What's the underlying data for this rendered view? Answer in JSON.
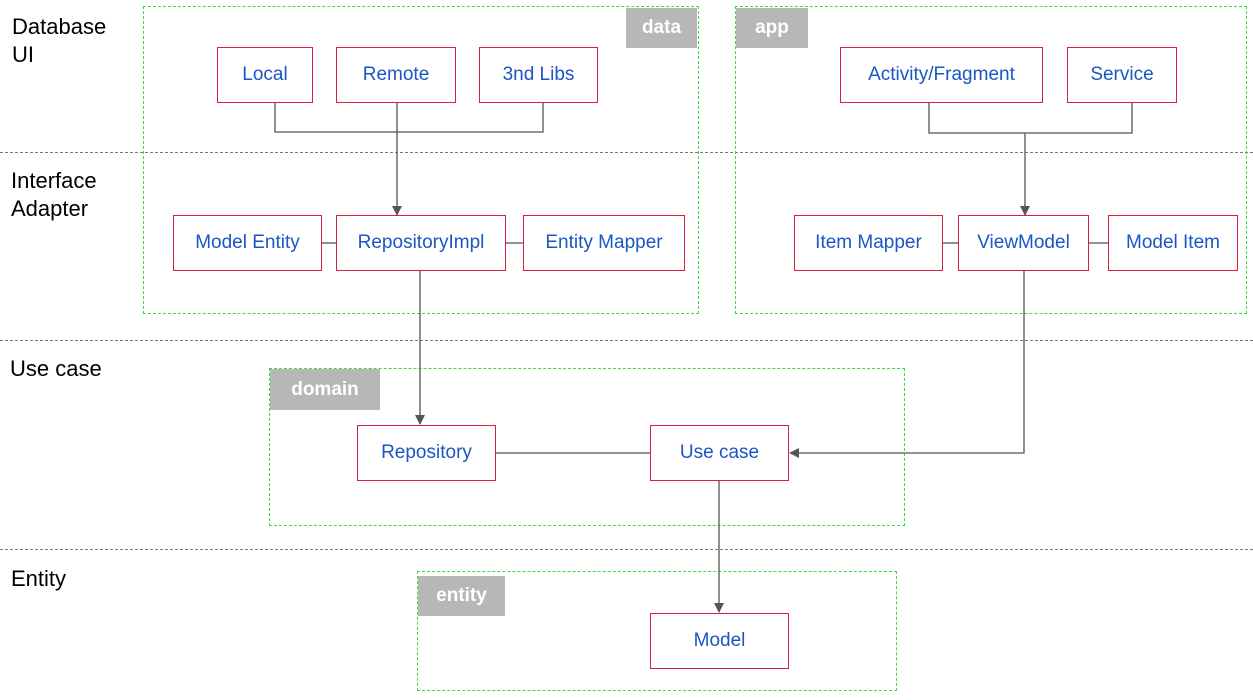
{
  "layers": {
    "database_ui": "Database\nUI",
    "interface_adapter": "Interface\nAdapter",
    "use_case": "Use case",
    "entity": "Entity"
  },
  "modules": {
    "data": {
      "tag": "data",
      "nodes": {
        "local": "Local",
        "remote": "Remote",
        "libs": "3nd Libs",
        "model_entity": "Model Entity",
        "repository_impl": "RepositoryImpl",
        "entity_mapper": "Entity Mapper"
      }
    },
    "app": {
      "tag": "app",
      "nodes": {
        "activity_fragment": "Activity/Fragment",
        "service": "Service",
        "item_mapper": "Item Mapper",
        "view_model": "ViewModel",
        "model_item": "Model Item"
      }
    },
    "domain": {
      "tag": "domain",
      "nodes": {
        "repository": "Repository",
        "use_case": "Use case"
      }
    },
    "entity": {
      "tag": "entity",
      "nodes": {
        "model": "Model"
      }
    }
  },
  "colors": {
    "node_border": "#d8203a",
    "node_text": "#1a56c4",
    "module_border": "#33dd44",
    "tag_background": "#b7b7b7",
    "separator": "#7a7a7a",
    "connector": "#555555"
  }
}
